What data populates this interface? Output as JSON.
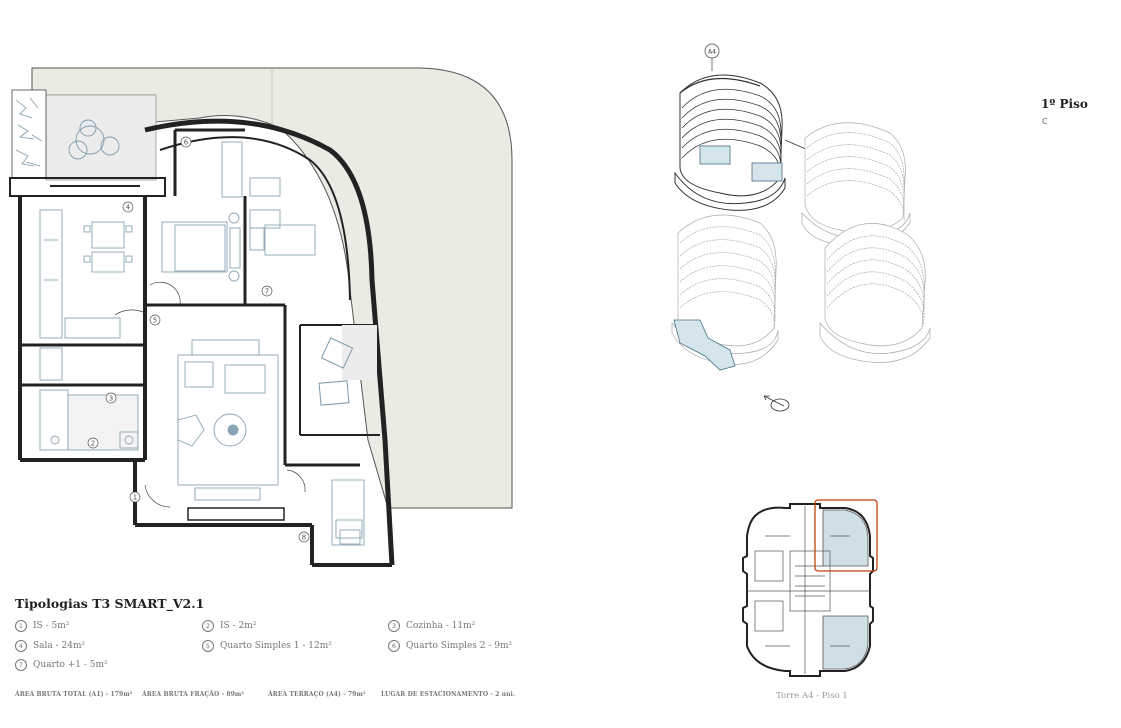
{
  "plan": {
    "room_numbers": [
      "1",
      "2",
      "3",
      "4",
      "5",
      "6",
      "7",
      "8"
    ],
    "title": "Tipologias T3 SMART_V2.1",
    "legend": [
      {
        "num": "1",
        "label": "IS - 5m²"
      },
      {
        "num": "2",
        "label": "IS - 2m²"
      },
      {
        "num": "3",
        "label": "Cozinha - 11m²"
      },
      {
        "num": "4",
        "label": "Sala - 24m²"
      },
      {
        "num": "5",
        "label": "Quarto Simples 1 - 12m²"
      },
      {
        "num": "6",
        "label": "Quarto Simples 2 - 9m²"
      },
      {
        "num": "7",
        "label": "Quarto +1 - 5m²"
      }
    ],
    "stats": [
      "ÁREA BRUTA TOTAL (A1) - 179m²",
      "ÁREA BRUTA FRAÇÃO - 89m²",
      "ÁREA TERRAÇO (A4) - 79m²",
      "LUGAR DE ESTACIONAMENTO - 2 uni."
    ]
  },
  "isometric": {
    "tower_tag": "A4",
    "floor_title": "1º Piso",
    "floor_sub": "C"
  },
  "key_plan": {
    "caption": "Torre A4 - Piso 1"
  },
  "colors": {
    "terrace_green": "#e8ece2",
    "highlight_blue": "#d4e5ec",
    "highlight_stroke": "#6b94a8",
    "selection_orange": "#c2410c",
    "wall": "#222222",
    "furniture": "#8aa5b5"
  }
}
